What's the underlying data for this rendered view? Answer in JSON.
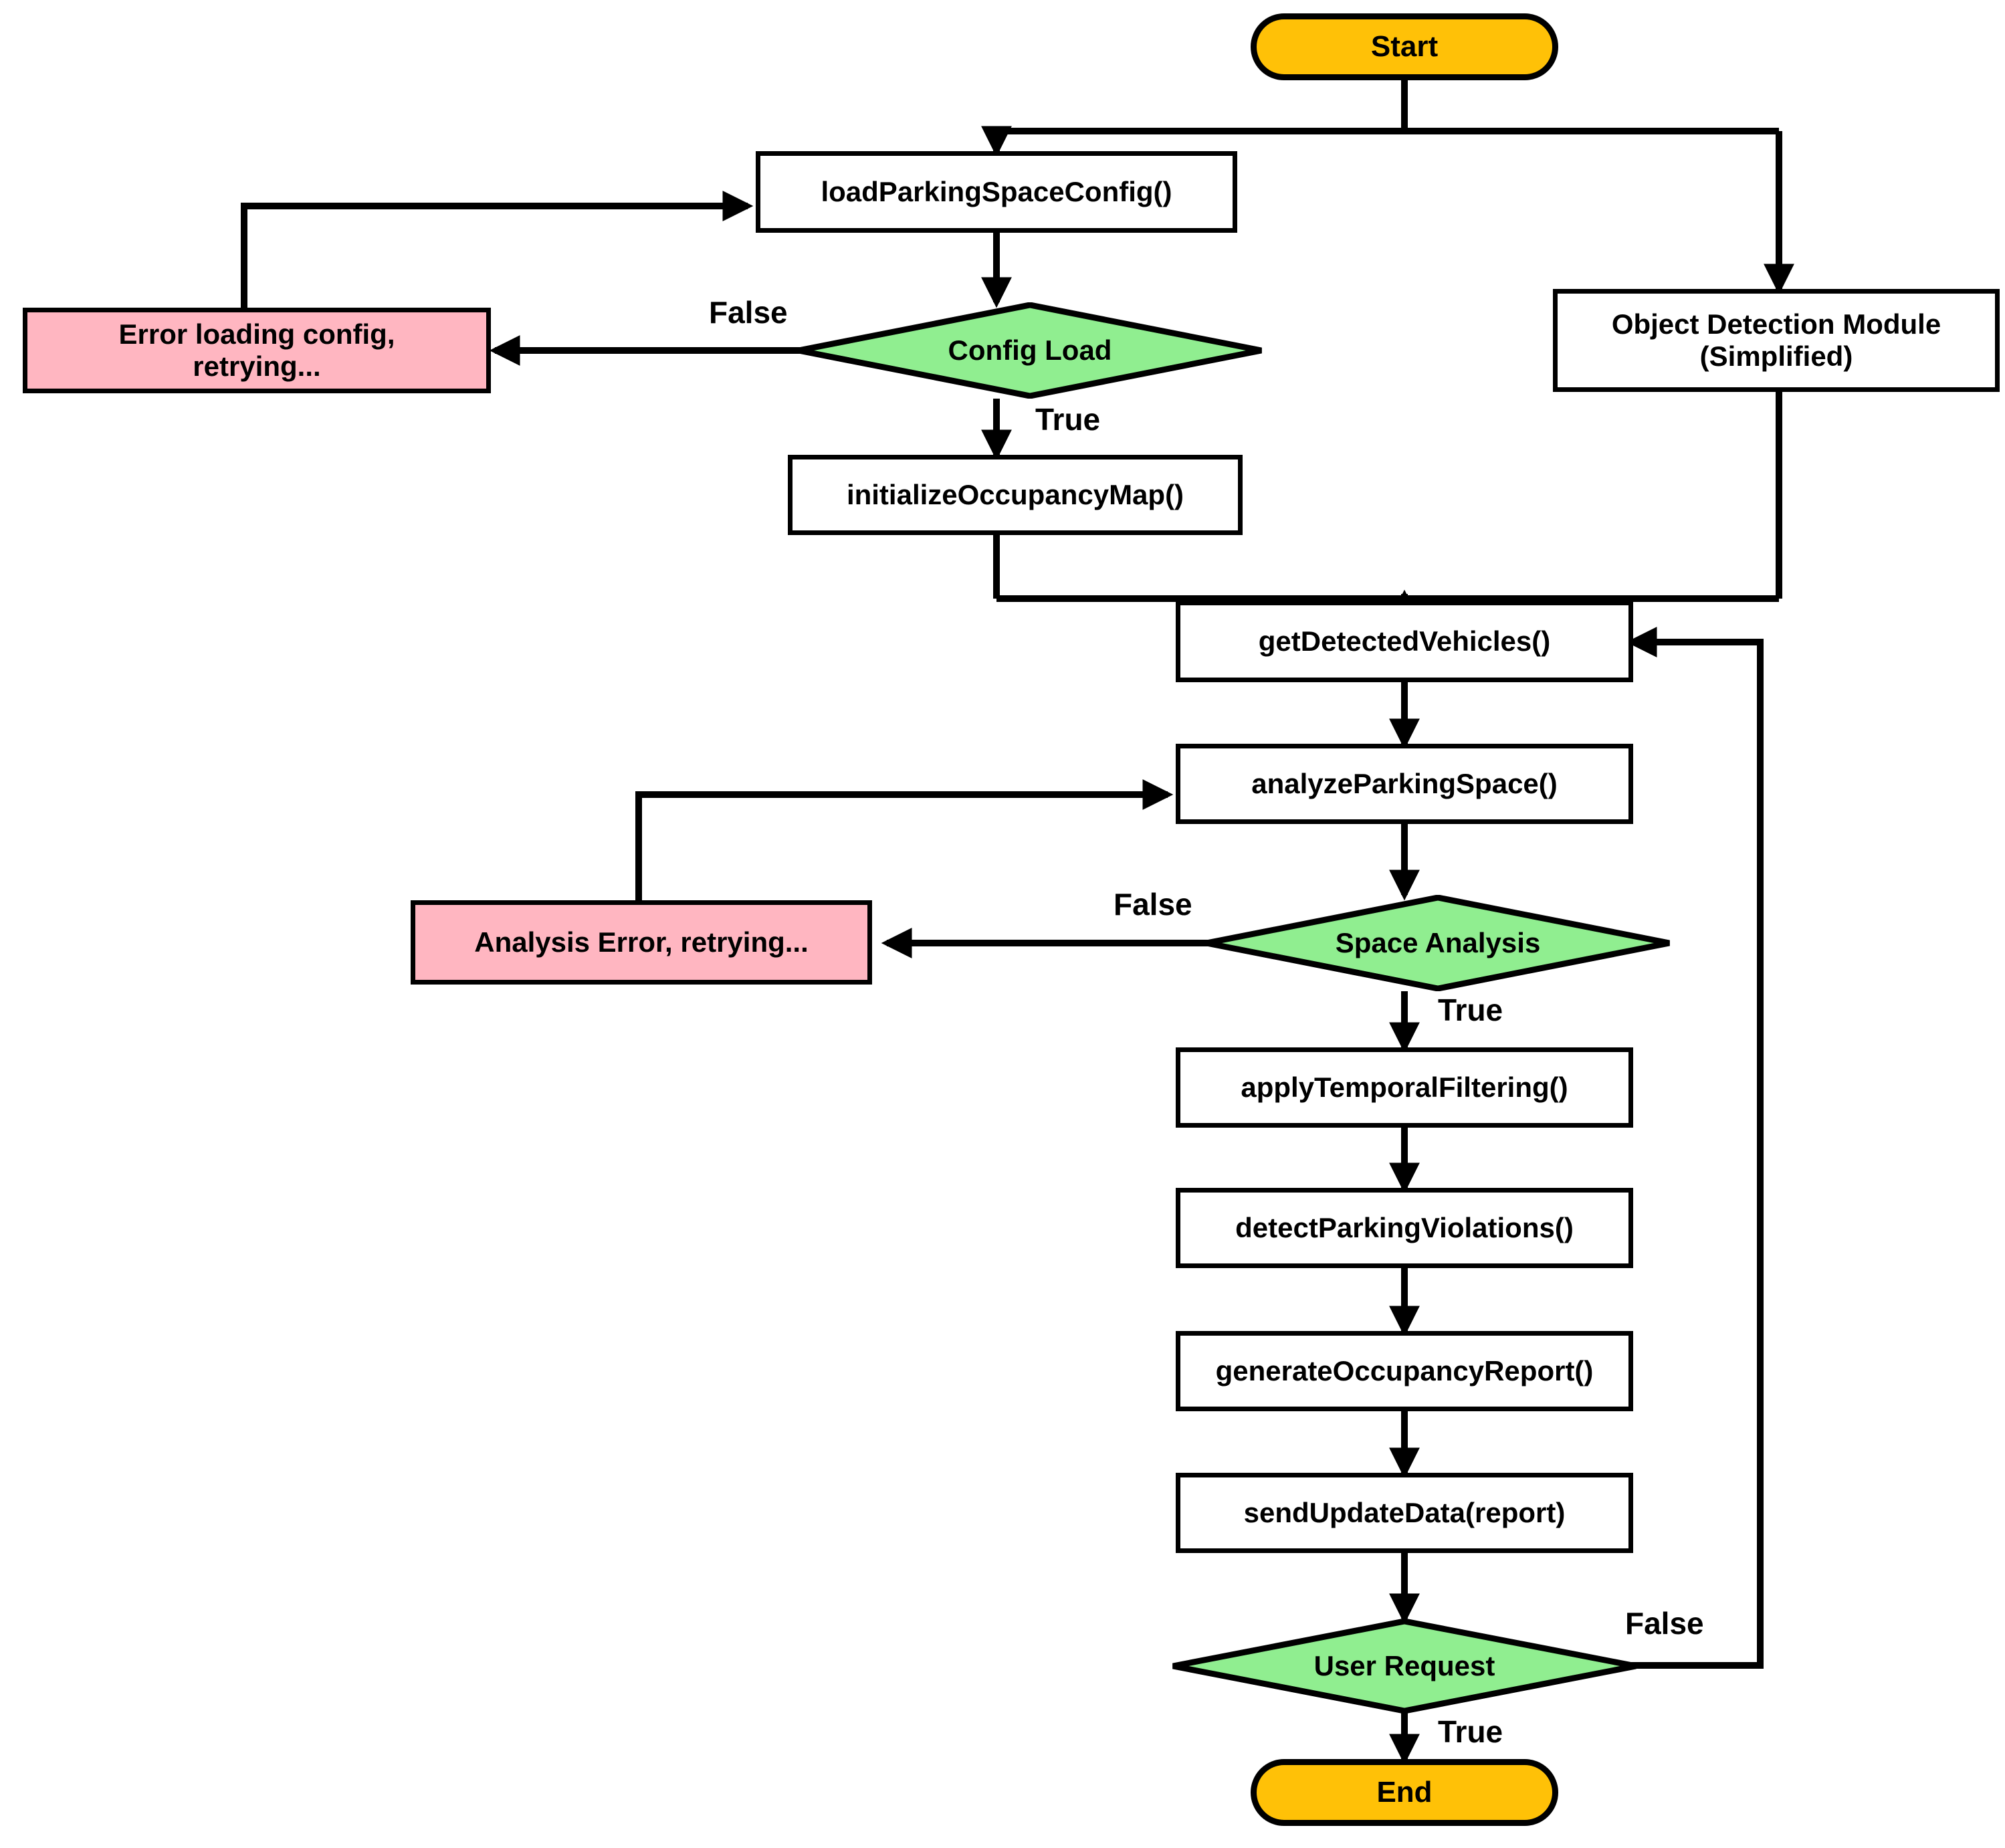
{
  "diagram": {
    "title": "Parking Space Occupancy Detection Flowchart",
    "type": "flowchart",
    "colors": {
      "terminal_fill": "#FFC107",
      "process_fill": "#FFFFFF",
      "decision_fill": "#90EE90",
      "error_fill": "#FFB6C1",
      "stroke": "#000000"
    }
  },
  "nodes": {
    "start": {
      "label": "Start",
      "shape": "terminal"
    },
    "load_config": {
      "label": "loadParkingSpaceConfig()",
      "shape": "process"
    },
    "config_load": {
      "label": "Config Load",
      "shape": "decision"
    },
    "config_error": {
      "line1": "Error loading config,",
      "line2": "retrying...",
      "shape": "error"
    },
    "init_map": {
      "label": "initializeOccupancyMap()",
      "shape": "process"
    },
    "object_detection": {
      "line1": "Object Detection Module",
      "line2": "(Simplified)",
      "shape": "process"
    },
    "get_vehicles": {
      "label": "getDetectedVehicles()",
      "shape": "process"
    },
    "analyze_space": {
      "label": "analyzeParkingSpace()",
      "shape": "process"
    },
    "space_analysis": {
      "label": "Space Analysis",
      "shape": "decision"
    },
    "analysis_error": {
      "label": "Analysis Error, retrying...",
      "shape": "error"
    },
    "temporal_filter": {
      "label": "applyTemporalFiltering()",
      "shape": "process"
    },
    "detect_violations": {
      "label": "detectParkingViolations()",
      "shape": "process"
    },
    "generate_report": {
      "label": "generateOccupancyReport()",
      "shape": "process"
    },
    "send_update": {
      "label": "sendUpdateData(report)",
      "shape": "process"
    },
    "user_request": {
      "label": "User Request",
      "shape": "decision"
    },
    "end": {
      "label": "End",
      "shape": "terminal"
    }
  },
  "edge_labels": {
    "config_false": "False",
    "config_true": "True",
    "analysis_false": "False",
    "analysis_true": "True",
    "request_false": "False",
    "request_true": "True"
  },
  "edges": [
    {
      "from": "start",
      "to": "load_config",
      "label": ""
    },
    {
      "from": "start",
      "to": "object_detection",
      "label": ""
    },
    {
      "from": "load_config",
      "to": "config_load",
      "label": ""
    },
    {
      "from": "config_load",
      "to": "config_error",
      "label": "False"
    },
    {
      "from": "config_error",
      "to": "load_config",
      "label": ""
    },
    {
      "from": "config_load",
      "to": "init_map",
      "label": "True"
    },
    {
      "from": "init_map",
      "to": "get_vehicles",
      "label": ""
    },
    {
      "from": "object_detection",
      "to": "get_vehicles",
      "label": ""
    },
    {
      "from": "get_vehicles",
      "to": "analyze_space",
      "label": ""
    },
    {
      "from": "analyze_space",
      "to": "space_analysis",
      "label": ""
    },
    {
      "from": "space_analysis",
      "to": "analysis_error",
      "label": "False"
    },
    {
      "from": "analysis_error",
      "to": "analyze_space",
      "label": ""
    },
    {
      "from": "space_analysis",
      "to": "temporal_filter",
      "label": "True"
    },
    {
      "from": "temporal_filter",
      "to": "detect_violations",
      "label": ""
    },
    {
      "from": "detect_violations",
      "to": "generate_report",
      "label": ""
    },
    {
      "from": "generate_report",
      "to": "send_update",
      "label": ""
    },
    {
      "from": "send_update",
      "to": "user_request",
      "label": ""
    },
    {
      "from": "user_request",
      "to": "get_vehicles",
      "label": "False"
    },
    {
      "from": "user_request",
      "to": "end",
      "label": "True"
    }
  ]
}
